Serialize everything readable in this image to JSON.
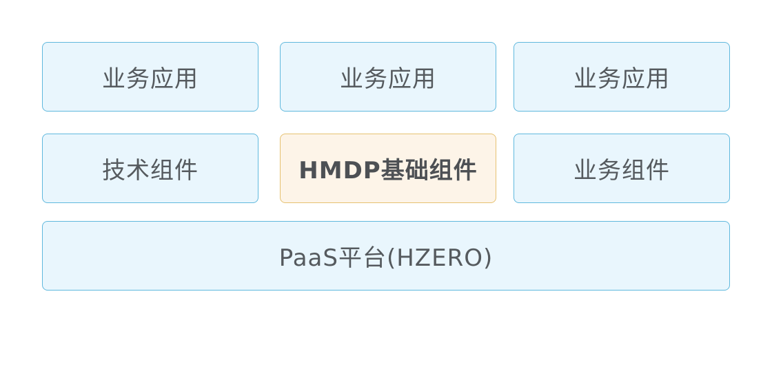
{
  "rows": [
    {
      "boxes": [
        {
          "label": "业务应用"
        },
        {
          "label": "业务应用"
        },
        {
          "label": "业务应用"
        }
      ]
    },
    {
      "boxes": [
        {
          "label": "技术组件"
        },
        {
          "label": "HMDP基础组件"
        },
        {
          "label": "业务组件"
        }
      ]
    },
    {
      "boxes": [
        {
          "label": "PaaS平台(HZERO)"
        }
      ]
    }
  ],
  "colors": {
    "box_border": "#5fb8dd",
    "box_fill": "#e9f6fd",
    "highlight_border": "#e6c170",
    "highlight_fill": "#fdf4e8",
    "text": "#555a5e"
  }
}
